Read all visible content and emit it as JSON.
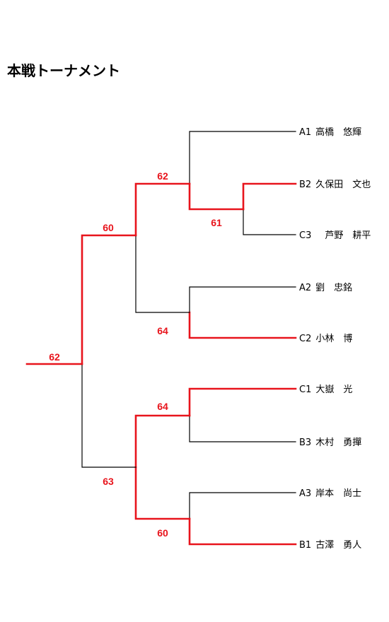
{
  "title": "本戦トーナメント",
  "colors": {
    "winner_line": "#e8141c",
    "loser_line": "#000000",
    "score_text": "#e8141c"
  },
  "players": [
    {
      "seed": "A1",
      "name": "高橋　悠輝"
    },
    {
      "seed": "B2",
      "name": "久保田　文也"
    },
    {
      "seed": "C3",
      "name": "　芦野　耕平"
    },
    {
      "seed": "A2",
      "name": "劉　忠銘"
    },
    {
      "seed": "C2",
      "name": "小林　博"
    },
    {
      "seed": "C1",
      "name": "大嶽　光"
    },
    {
      "seed": "B3",
      "name": "木村　勇撣"
    },
    {
      "seed": "A3",
      "name": "岸本　尚士"
    },
    {
      "seed": "B1",
      "name": "古澤　勇人"
    }
  ],
  "scores": {
    "m_b2_c3": "61",
    "m_a1_b2": "62",
    "m_a2_c2": "64",
    "m_semi_top": "60",
    "m_c1_b3": "64",
    "m_a3_b1": "60",
    "m_semi_bottom": "63",
    "m_final": "62"
  }
}
